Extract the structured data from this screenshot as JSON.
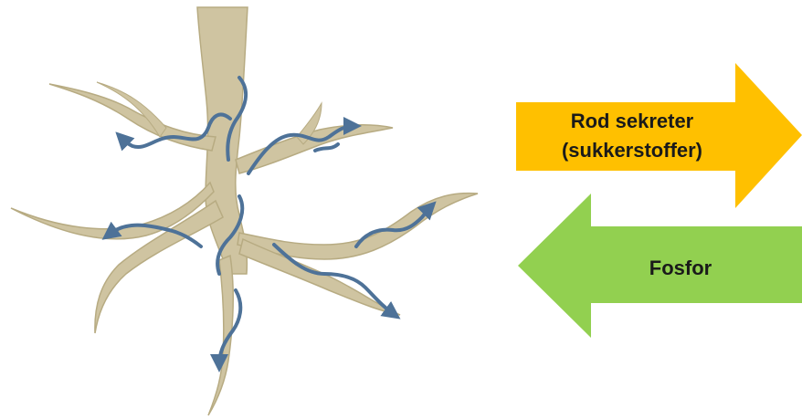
{
  "diagram": {
    "arrow_right": {
      "line1": "Rod sekreter",
      "line2": "(sukkerstoffer)",
      "color": "#FFC000"
    },
    "arrow_left": {
      "label": "Fosfor",
      "color": "#92D050"
    },
    "root_color": "#CFC4A1",
    "root_shadow_color": "#B7AB82",
    "hyphae_color": "#4E7298"
  }
}
